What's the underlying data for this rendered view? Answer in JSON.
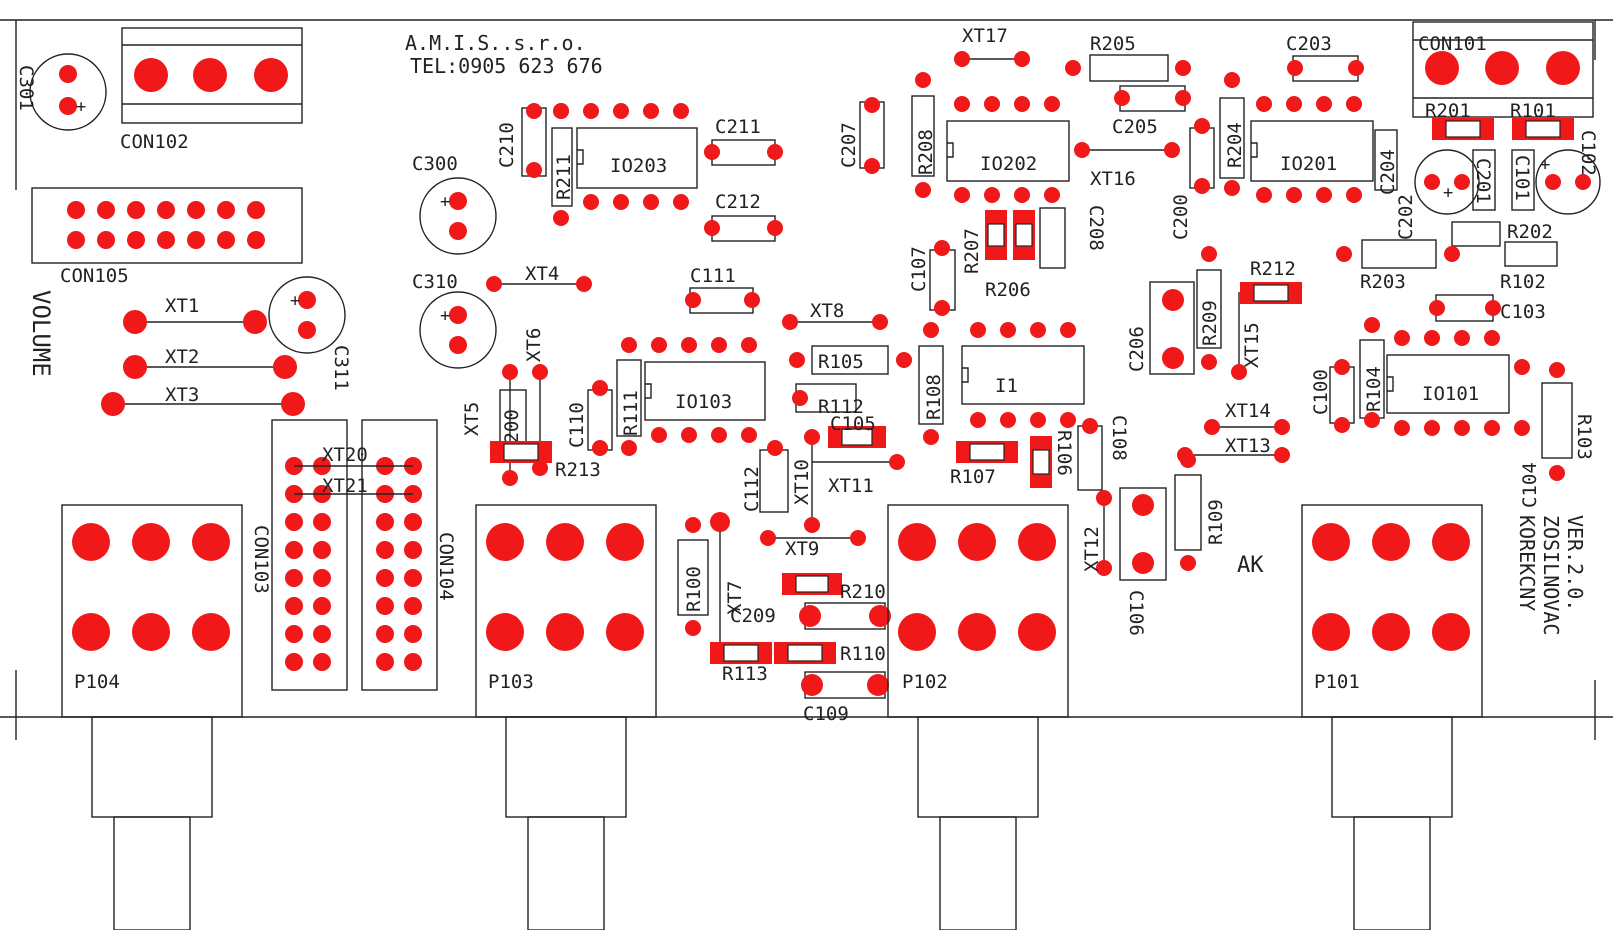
{
  "labels": {
    "company": "A.M.I.S..s.r.o.",
    "phone": "TEL:0905 623 676",
    "volume": "VOLUME",
    "ak": "AK",
    "version_line1": "KOREKCNY",
    "version_line2": "ZOSILNOVAC",
    "version_line3": "VER.2.0.",
    "con101": "CON101",
    "con102": "CON102",
    "con103": "CON103",
    "con104": "CON104",
    "con105": "CON105",
    "c301": "C301",
    "c300": "C300",
    "c310": "C310",
    "c311": "C311",
    "c210": "C210",
    "r211": "R211",
    "io203": "IO203",
    "c211": "C211",
    "c212": "C212",
    "c111": "C111",
    "c207": "C207",
    "r208": "R208",
    "io202": "IO202",
    "xt17": "XT17",
    "r205": "R205",
    "c205": "C205",
    "xt16": "XT16",
    "c107": "C107",
    "r207": "R207",
    "r206": "R206",
    "c208": "C208",
    "c203": "C203",
    "c200": "C200",
    "r204": "R204",
    "io201": "IO201",
    "c204": "C204",
    "r201": "R201",
    "r101": "R101",
    "c202": "C202",
    "c201": "C201",
    "c101": "C101",
    "c102": "C102",
    "r202": "R202",
    "r203": "R203",
    "r102": "R102",
    "c103": "C103",
    "xt1": "XT1",
    "xt2": "XT2",
    "xt3": "XT3",
    "xt4": "XT4",
    "xt5": "XT5",
    "xt6": "XT6",
    "xt7": "XT7",
    "xt8": "XT8",
    "xt9": "XT9",
    "xt10": "XT10",
    "xt11": "XT11",
    "xt12": "XT12",
    "xt13": "XT13",
    "xt14": "XT14",
    "xt15": "XT15",
    "xt20": "XT20",
    "xt21": "XT21",
    "r200": "R200",
    "r213": "R213",
    "c110": "C110",
    "r111": "R111",
    "io103": "IO103",
    "r105": "R105",
    "r112": "R112",
    "c105": "C105",
    "r108": "R108",
    "i1": "I1",
    "c112": "C112",
    "r107": "R107",
    "r106": "R106",
    "c108": "C108",
    "r109": "R109",
    "c206": "C206",
    "r209": "R209",
    "r212": "R212",
    "c100": "C100",
    "r104": "R104",
    "io101": "IO101",
    "r103": "R103",
    "c104": "C104",
    "r100": "R100",
    "r210": "R210",
    "c209": "C209",
    "r110": "R110",
    "r113": "R113",
    "c109": "C109",
    "c106": "C106",
    "p104": "P104",
    "p103": "P103",
    "p102": "P102",
    "p101": "P101"
  },
  "colors": {
    "pad": "#f01818",
    "outline": "#222222",
    "background": "#ffffff"
  }
}
